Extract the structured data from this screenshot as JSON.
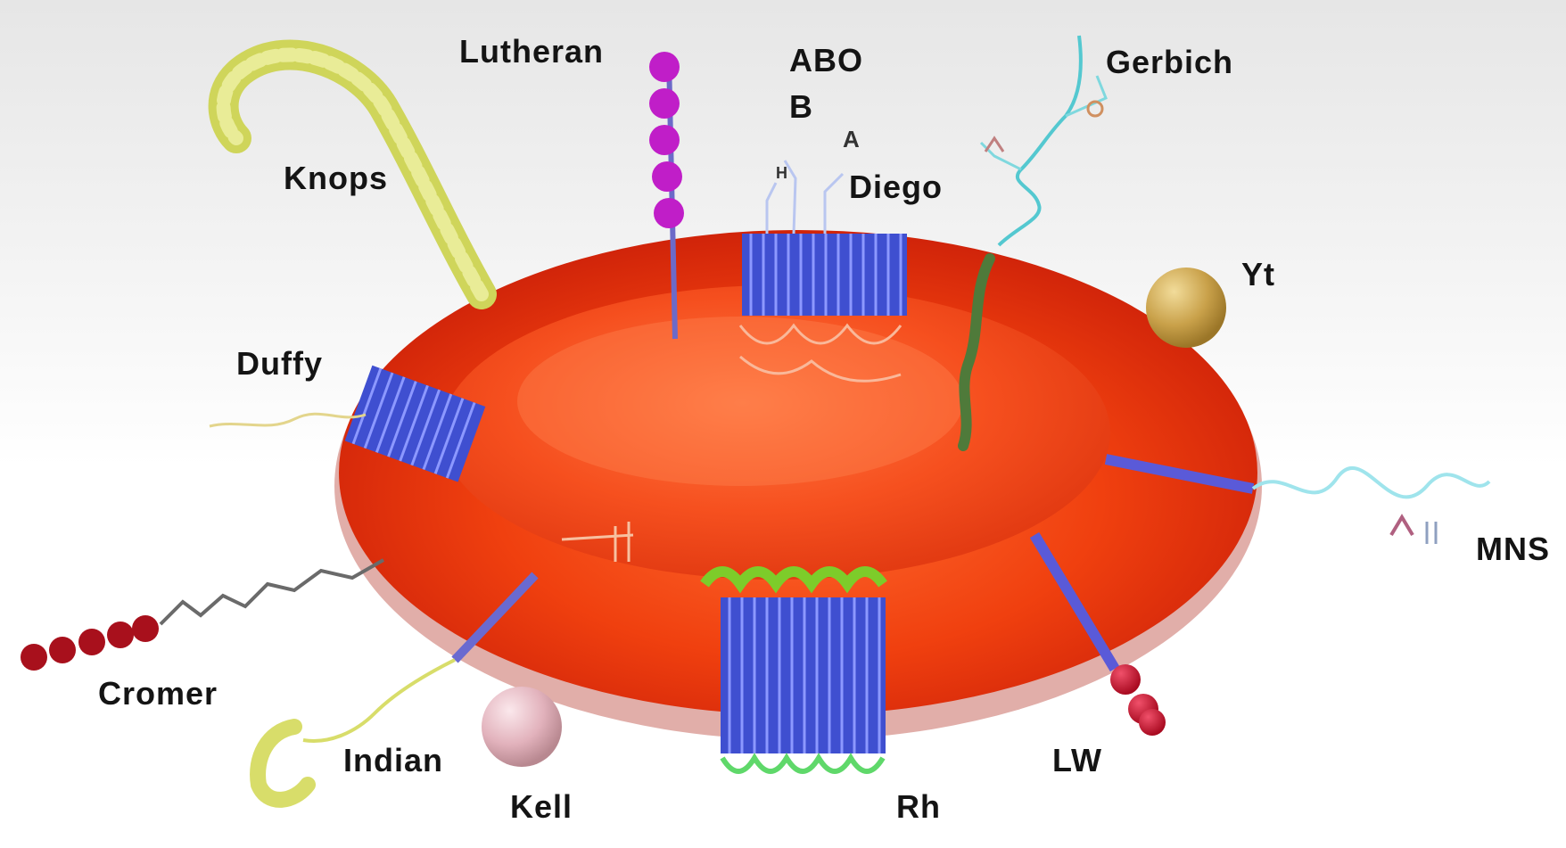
{
  "diagram": {
    "labels": {
      "lutheran": "Lutheran",
      "abo": "ABO",
      "abo_b": "B",
      "abo_a": "A",
      "abo_h": "H",
      "gerbich": "Gerbich",
      "knops": "Knops",
      "diego": "Diego",
      "yt": "Yt",
      "duffy": "Duffy",
      "mns": "MNS",
      "cromer": "Cromer",
      "indian": "Indian",
      "kell": "Kell",
      "rh": "Rh",
      "lw": "LW"
    },
    "colors": {
      "cell_outer": "#d8260a",
      "cell_inner": "#f54a1c",
      "helix_blue": "#3f4fd0",
      "lutheran_magenta": "#c01ec8",
      "knops_yellow": "#d8dd6a",
      "gerbich_cyan": "#54c8d0",
      "yt_gold": "#c9a14a",
      "cromer_darkred": "#a8101c",
      "lw_red": "#c8102a",
      "rh_green": "#5fd86a",
      "kell_pink": "#e8b8c0"
    }
  }
}
